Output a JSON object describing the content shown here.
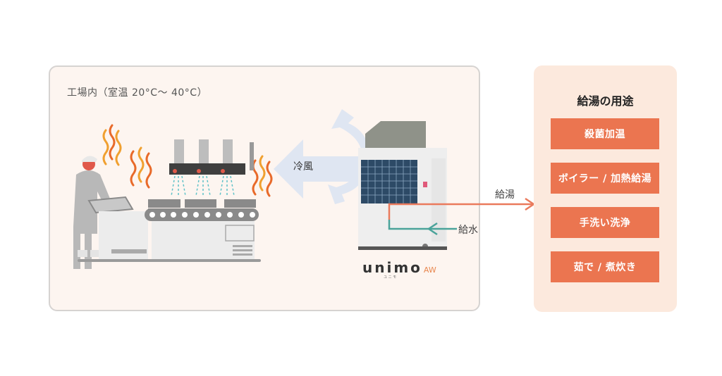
{
  "factory": {
    "label": "工場内（室温 20°C～ 40°C）"
  },
  "flow": {
    "cold_air_label": "冷風",
    "hot_water_label": "給湯",
    "water_supply_label": "給水"
  },
  "product": {
    "brand": "unimo",
    "model": "AW",
    "kana": "ユ ニ モ"
  },
  "uses": {
    "title": "給湯の用途",
    "items": [
      {
        "label": "殺菌加温"
      },
      {
        "label": "ボイラー / 加熱給湯"
      },
      {
        "label": "手洗い洗浄"
      },
      {
        "label": "茹で / 煮炊き"
      }
    ]
  },
  "colors": {
    "accent_orange": "#eb7550",
    "hot_water_line": "#ea7a5c",
    "cold_water_line": "#4aa39a",
    "air_arrow": "#dfe6f2",
    "panel_bg": "#fdf5f0",
    "uses_bg": "#fce9dd"
  }
}
